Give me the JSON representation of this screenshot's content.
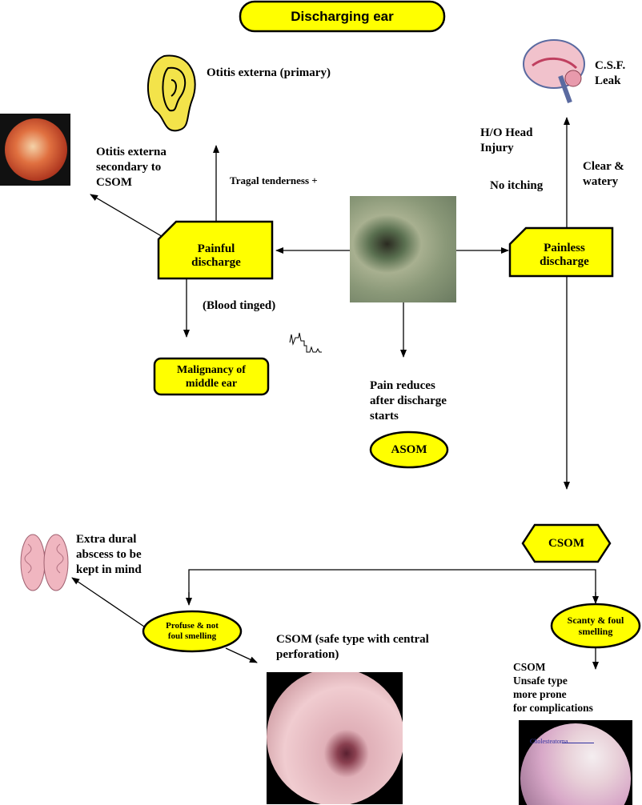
{
  "title": "Discharging ear",
  "nodes": {
    "otitis_primary": "Otitis externa (primary)",
    "otitis_secondary": [
      "Otitis externa",
      "secondary to",
      "CSOM"
    ],
    "tragal": "Tragal tenderness +",
    "painful": [
      "Painful",
      "discharge"
    ],
    "painless": [
      "Painless",
      "discharge"
    ],
    "csf": [
      "C.S.F.",
      "Leak"
    ],
    "head_injury": [
      "H/O Head",
      "Injury"
    ],
    "no_itching": "No itching",
    "clear_watery": [
      "Clear &",
      "watery"
    ],
    "blood_tinged": "(Blood tinged)",
    "malignancy": [
      "Malignancy of",
      "middle ear"
    ],
    "pain_reduces": [
      "Pain reduces",
      "after discharge",
      "starts"
    ],
    "asom": "ASOM",
    "csom": "CSOM",
    "extradural": [
      "Extra dural",
      "abscess to be",
      "kept in mind"
    ],
    "profuse": [
      "Profuse & not",
      "foul smelling"
    ],
    "scanty": [
      "Scanty & foul",
      "smelling"
    ],
    "csom_safe": [
      "CSOM (safe type with central",
      "perforation)"
    ],
    "csom_unsafe": [
      "CSOM",
      "Unsafe type",
      "more prone",
      "for complications"
    ],
    "cholesteatoma_label": "Cholesteatoma"
  },
  "colors": {
    "node_fill": "#ffff00",
    "stroke": "#000000"
  }
}
